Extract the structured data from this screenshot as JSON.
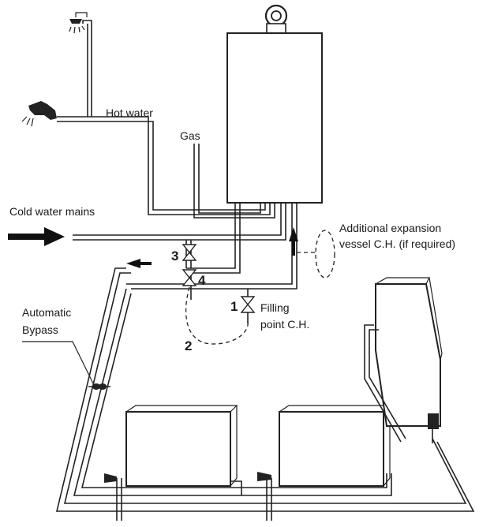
{
  "labels": {
    "hot_water": "Hot water",
    "gas": "Gas",
    "cold_water_mains": "Cold water mains",
    "expansion_line1": "Additional expansion",
    "expansion_line2": "vessel C.H. (if required)",
    "bypass_line1": "Automatic",
    "bypass_line2": "Bypass",
    "filling_line1": "Filling",
    "filling_line2": "point C.H."
  },
  "markers": {
    "m1": "1",
    "m2": "2",
    "m3": "3",
    "m4": "4"
  },
  "icons": {
    "shower": "shower-head-icon",
    "tap": "tap-icon"
  }
}
